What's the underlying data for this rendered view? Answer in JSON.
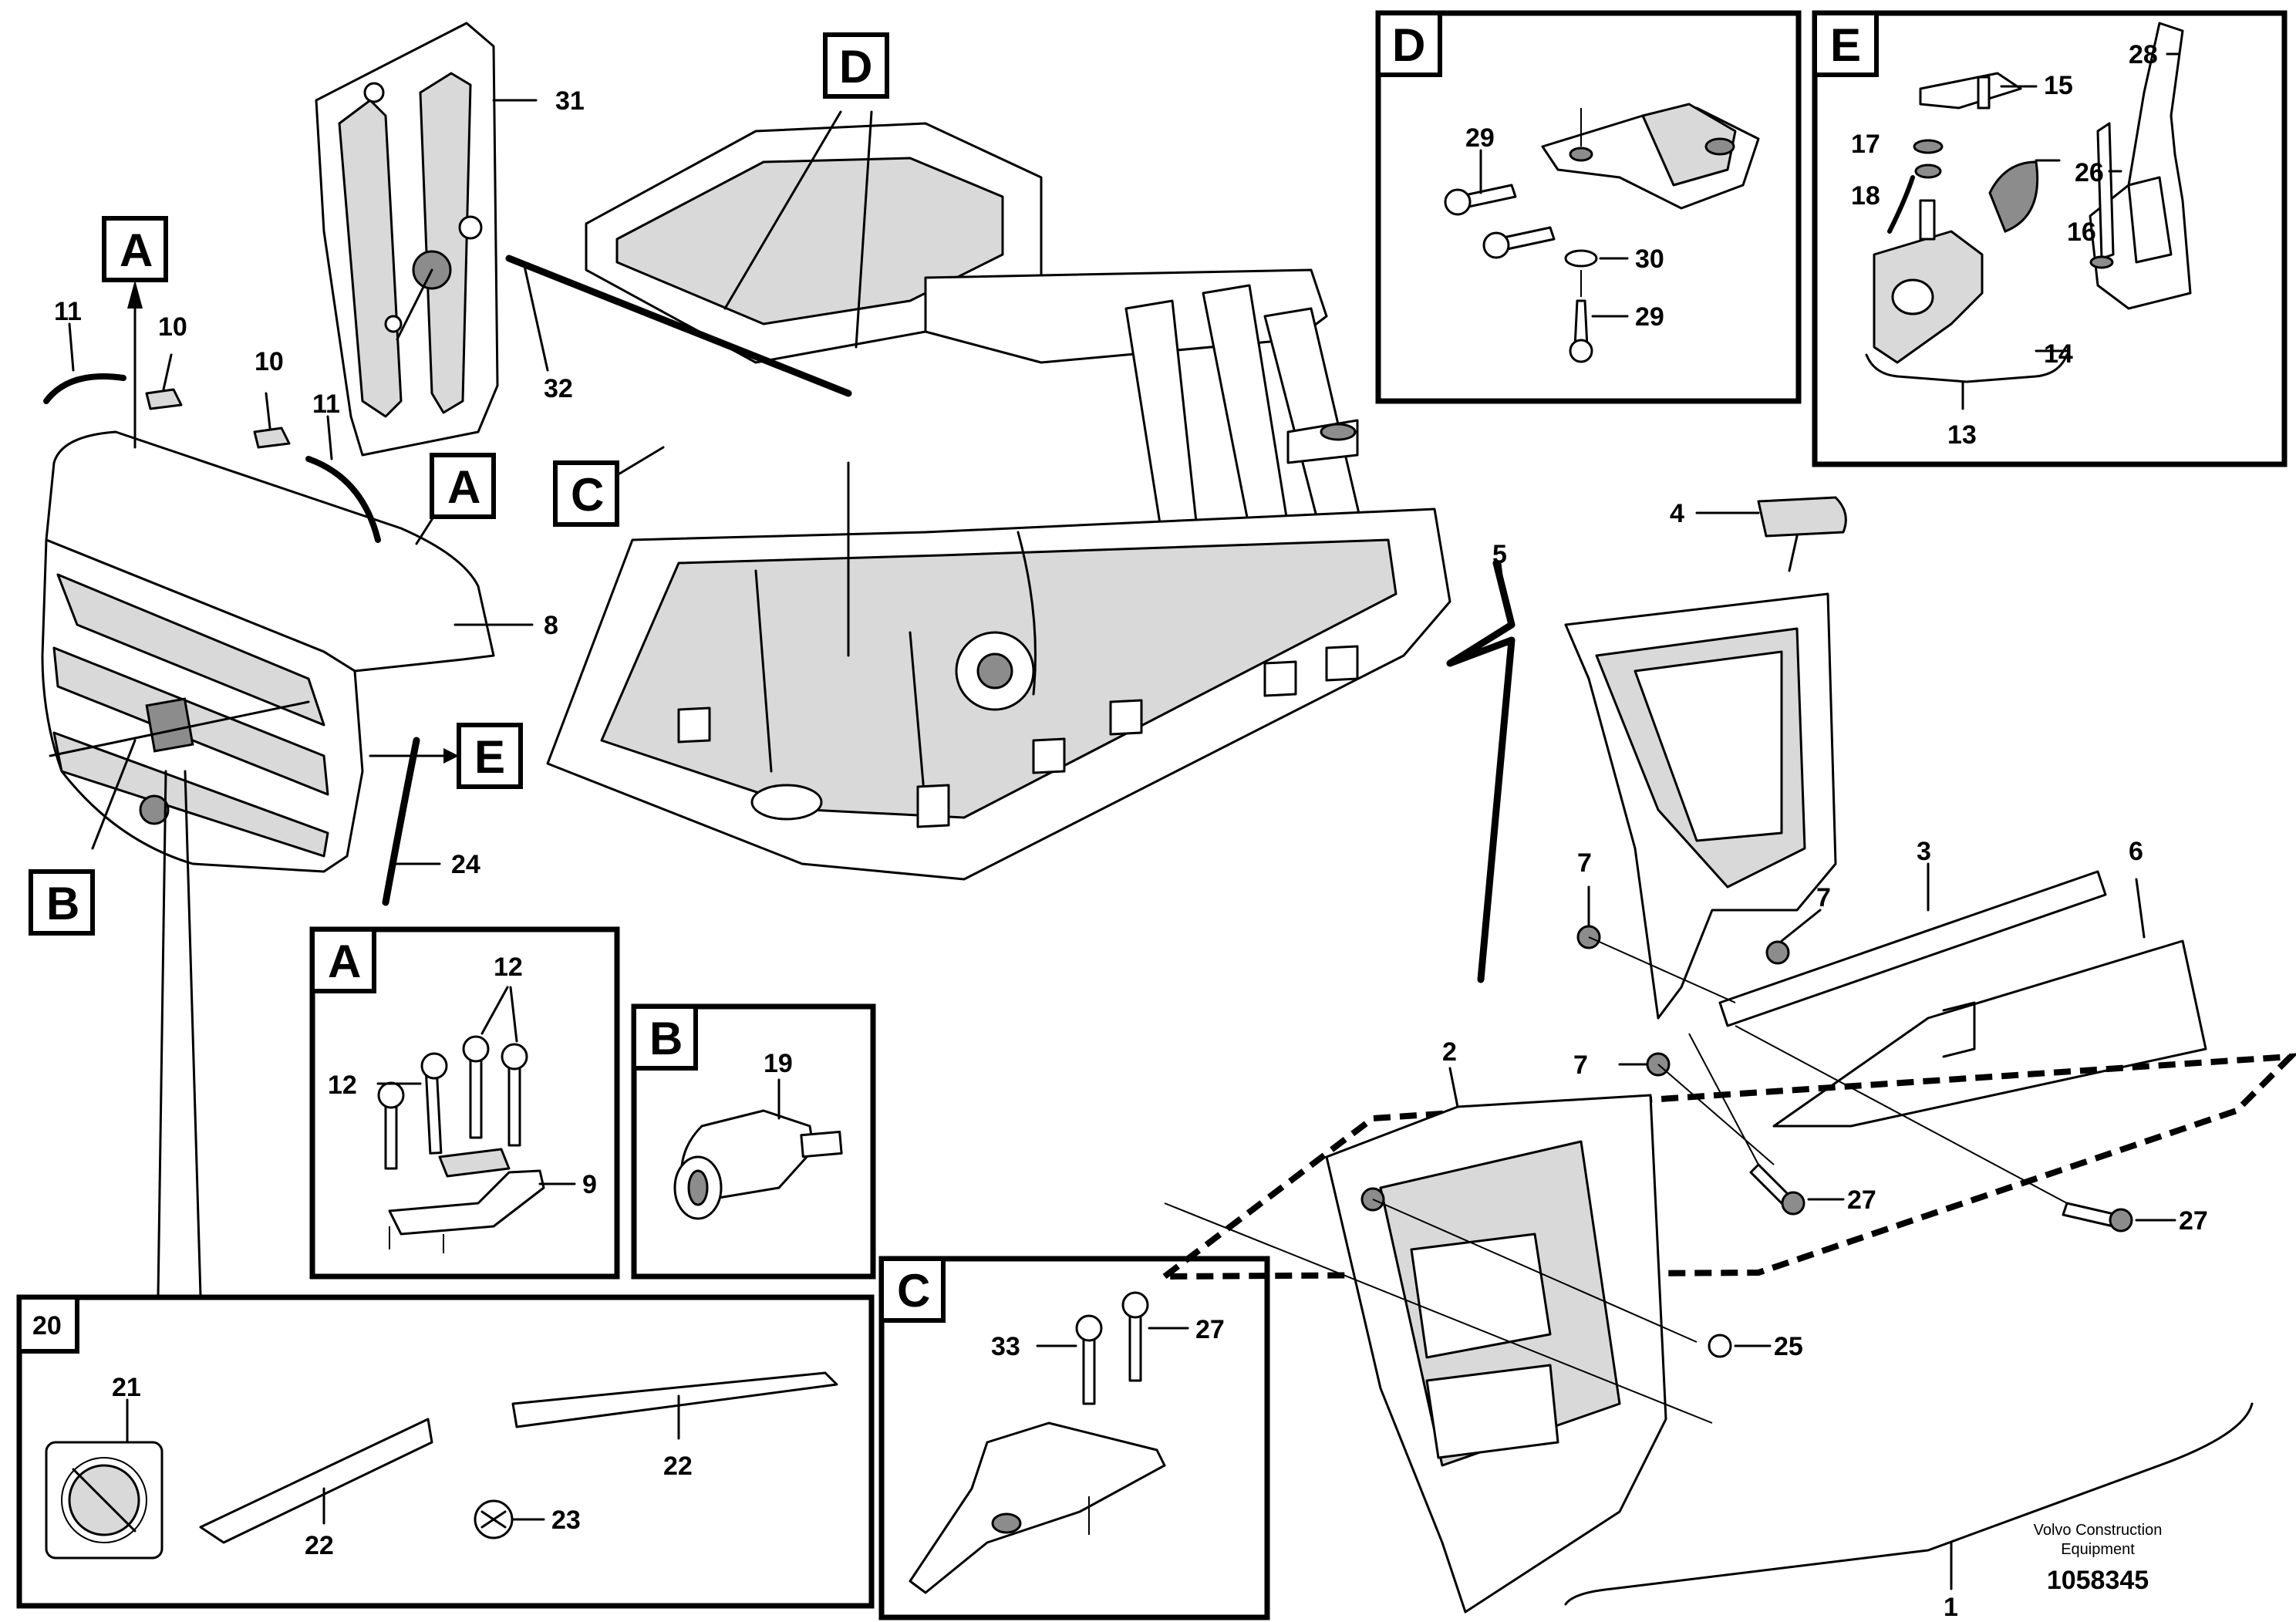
{
  "labels": {
    "n1": "1",
    "n2": "2",
    "n3": "3",
    "n4": "4",
    "n5": "5",
    "n6": "6",
    "n7a": "7",
    "n7b": "7",
    "n7c": "7",
    "n8": "8",
    "n9": "9",
    "n10a": "10",
    "n10b": "10",
    "n11a": "11",
    "n11b": "11",
    "n12a": "12",
    "n12b": "12",
    "n13": "13",
    "n14": "14",
    "n15": "15",
    "n16": "16",
    "n17": "17",
    "n18": "18",
    "n19": "19",
    "n20": "20",
    "n21": "21",
    "n22a": "22",
    "n22b": "22",
    "n23": "23",
    "n24": "24",
    "n25": "25",
    "n26": "26",
    "n27a": "27",
    "n27b": "27",
    "n27c": "27",
    "n28": "28",
    "n29a": "29",
    "n29b": "29",
    "n30": "30",
    "n31": "31",
    "n32": "32",
    "n33": "33"
  },
  "callouts": {
    "A_top": "A",
    "A_mid": "A",
    "B_main": "B",
    "C_main": "C",
    "D_main": "D",
    "E_main": "E",
    "A_detail": "A",
    "B_detail": "B",
    "C_detail": "C",
    "D_detail": "D",
    "E_detail": "E"
  },
  "footer": {
    "brand_line1": "Volvo Construction",
    "brand_line2": "Equipment",
    "drawing_number": "1058345"
  },
  "colors": {
    "line": "#000000",
    "background": "#ffffff",
    "fill_gray": "#d9d9d9"
  }
}
